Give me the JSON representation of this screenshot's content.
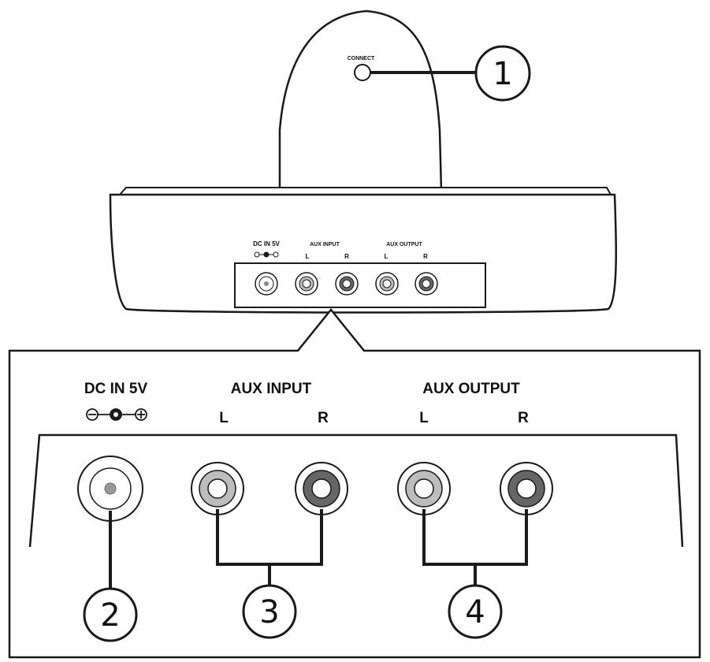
{
  "connect_label": "CONNECT",
  "small_panel": {
    "dc_in": "DC IN 5V",
    "aux_input": "AUX INPUT",
    "aux_output": "AUX OUTPUT",
    "left": "L",
    "right": "R"
  },
  "panel": {
    "dc_in": "DC IN 5V",
    "aux_input": "AUX INPUT",
    "aux_output": "AUX OUTPUT",
    "input_left": "L",
    "input_right": "R",
    "output_left": "L",
    "output_right": "R"
  },
  "callouts": [
    "1",
    "2",
    "3",
    "4"
  ],
  "colors": {
    "line": "#1a1a1a",
    "left_jack_ring": "#bdbdbd",
    "right_jack_ring": "#666666"
  }
}
